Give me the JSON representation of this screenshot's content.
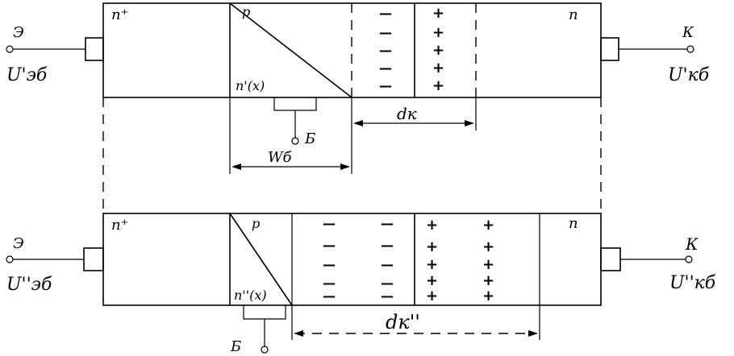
{
  "top": {
    "region_n_plus": "n⁺",
    "region_p": "p",
    "region_n": "n",
    "emitter_letter": "Э",
    "emitter_voltage": "U'эб",
    "collector_letter": "К",
    "collector_voltage": "U'кб",
    "base_letter": "Б",
    "carrier_profile": "n'(x)",
    "base_width": "Wб",
    "depletion_width": "dк",
    "minus_signs": [
      "—",
      "—",
      "—",
      "—",
      "—"
    ],
    "plus_signs": [
      "+",
      "+",
      "+",
      "+",
      "+"
    ]
  },
  "bottom": {
    "region_n_plus": "n⁺",
    "region_p": "p",
    "region_n": "n",
    "emitter_letter": "Э",
    "emitter_voltage": "U''эб",
    "collector_letter": "К",
    "collector_voltage": "U''кб",
    "base_letter": "Б",
    "carrier_profile": "n''(x)",
    "depletion_width": "dк''",
    "minus_signs": [
      "—",
      "—",
      "—",
      "—",
      "—",
      "—",
      "—",
      "—",
      "—",
      "—"
    ],
    "plus_signs": [
      "+",
      "+",
      "+",
      "+",
      "+",
      "+",
      "+",
      "+",
      "+",
      "+"
    ]
  }
}
